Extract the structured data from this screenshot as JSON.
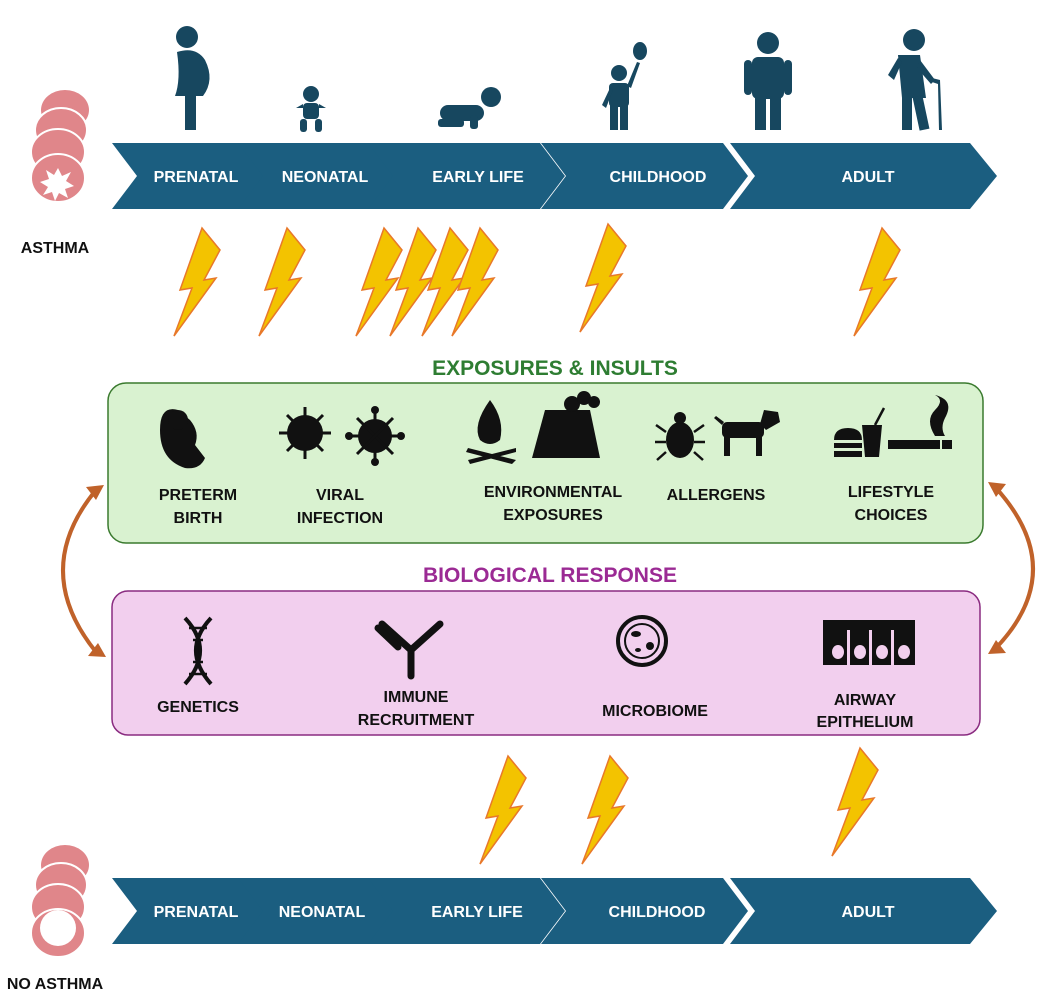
{
  "top_timeline": {
    "condition": "ASTHMA",
    "stages": [
      "PRENATAL",
      "NEONATAL",
      "EARLY LIFE",
      "CHILDHOOD",
      "ADULT"
    ]
  },
  "bottom_timeline": {
    "condition": "NO ASTHMA",
    "stages": [
      "PRENATAL",
      "NEONATAL",
      "EARLY LIFE",
      "CHILDHOOD",
      "ADULT"
    ]
  },
  "exposures": {
    "title": "EXPOSURES & INSULTS",
    "items": [
      {
        "line1": "PRETERM",
        "line2": "BIRTH"
      },
      {
        "line1": "VIRAL",
        "line2": "INFECTION"
      },
      {
        "line1": "ENVIRONMENTAL",
        "line2": "EXPOSURES"
      },
      {
        "line1": "ALLERGENS",
        "line2": ""
      },
      {
        "line1": "LIFESTYLE",
        "line2": "CHOICES"
      }
    ]
  },
  "biological": {
    "title": "BIOLOGICAL RESPONSE",
    "items": [
      {
        "line1": "GENETICS",
        "line2": ""
      },
      {
        "line1": "IMMUNE",
        "line2": "RECRUITMENT"
      },
      {
        "line1": "MICROBIOME",
        "line2": ""
      },
      {
        "line1": "AIRWAY",
        "line2": "EPITHELIUM"
      }
    ]
  },
  "colors": {
    "chevron": "#1b5e80",
    "exposure_box": "#d9f2d0",
    "bio_box": "#f2cfee",
    "bolt": "#f3c300",
    "arrow": "#c0622a"
  }
}
